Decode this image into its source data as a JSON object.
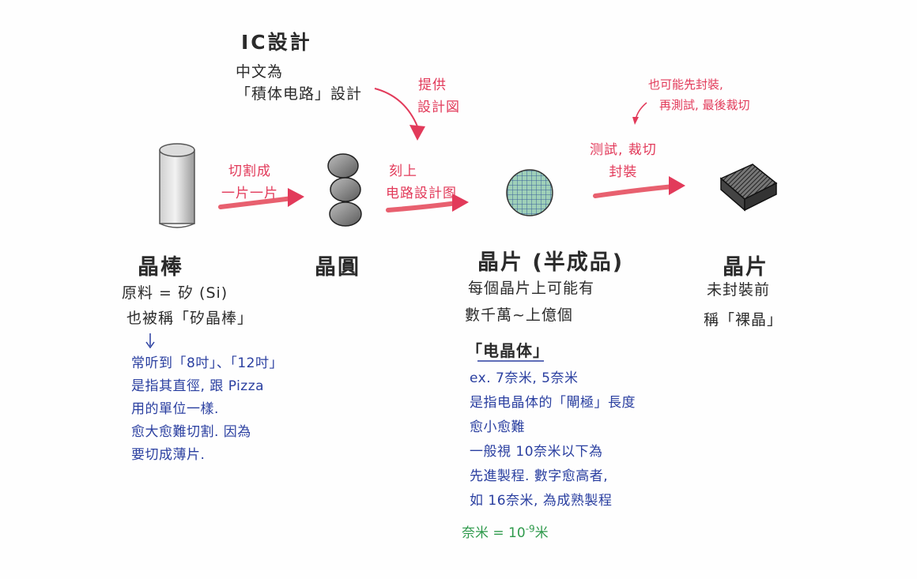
{
  "ic_design": {
    "title": "IC設計",
    "line1": "中文為",
    "line2": "「積体电路」設計"
  },
  "arrow_notes": {
    "provide_design": [
      "提供",
      "設計図"
    ],
    "cut_into": [
      "切割成",
      "一片一片"
    ],
    "engrave": [
      "刻上",
      "电路設計图"
    ],
    "test_cut_package": [
      "测試, 裁切",
      "封裝"
    ],
    "may_package_first": [
      "也可能先封裝,",
      "再測試, 最後裁切"
    ]
  },
  "ingot": {
    "title": "晶棒",
    "desc": [
      "原料 = 矽 (Si)",
      "也被稱「矽晶棒」"
    ],
    "note": [
      "常听到「8吋」、「12吋」",
      "是指其直徑, 跟 Pizza",
      "用的單位一樣.",
      "愈大愈難切割. 因為",
      "要切成薄片."
    ]
  },
  "wafer": {
    "title": "晶圓"
  },
  "chip_semi": {
    "title": "晶片 (半成品)",
    "desc": [
      "每個晶片上可能有",
      "數千萬~上億個"
    ],
    "transistor": "「电晶体」",
    "note": [
      "ex. 7奈米, 5奈米",
      "是指电晶体的「閘極」長度",
      "愈小愈難",
      "一般視 10奈米以下為",
      "先進製程. 數字愈高者,",
      "如 16奈米, 為成熟製程"
    ],
    "nano_formula": [
      "奈米 = 10",
      "-9",
      "米"
    ]
  },
  "chip_final": {
    "title": "晶片",
    "desc": [
      "未封裝前",
      "稱「裸晶」"
    ]
  },
  "colors": {
    "red": "#e23a5a",
    "blue": "#2a3fa0",
    "green": "#2f9a4c",
    "black": "#2b2b2b"
  }
}
